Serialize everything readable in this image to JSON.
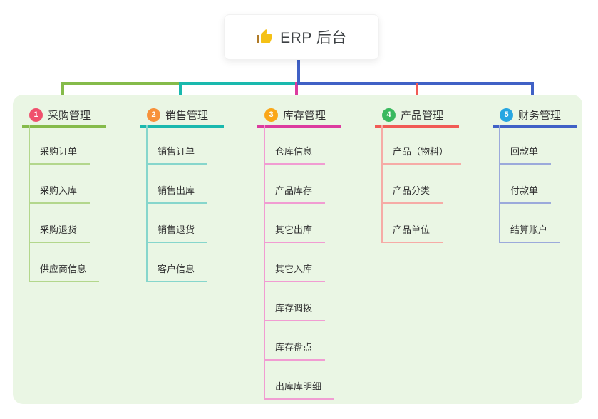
{
  "root": {
    "title": "ERP 后台",
    "icon": "thumbs-up-icon"
  },
  "colors": {
    "panel_background": "#eaf6e4",
    "branch1_line": "#85bb4a",
    "branch1_child_line": "#b3d78c",
    "branch1_badge": "#f0506d",
    "branch2_line": "#1ab9ae",
    "branch2_child_line": "#86d6cc",
    "branch2_badge": "#f7913b",
    "branch3_line": "#dc3c9f",
    "branch3_child_line": "#f19cd2",
    "branch3_badge": "#faa718",
    "branch4_line": "#f15b55",
    "branch4_child_line": "#f6aba6",
    "branch4_badge": "#39b95e",
    "branch5_line": "#4061c6",
    "branch5_child_line": "#9caadb",
    "branch5_badge": "#27a6e1",
    "root_stem": "#4061c6",
    "text": "#333333"
  },
  "branches": [
    {
      "index": "1",
      "label": "采购管理",
      "children": [
        "采购订单",
        "采购入库",
        "采购退货",
        "供应商信息"
      ]
    },
    {
      "index": "2",
      "label": "销售管理",
      "children": [
        "销售订单",
        "销售出库",
        "销售退货",
        "客户信息"
      ]
    },
    {
      "index": "3",
      "label": "库存管理",
      "children": [
        "仓库信息",
        "产品库存",
        "其它出库",
        "其它入库",
        "库存调拨",
        "库存盘点",
        "出库库明细"
      ]
    },
    {
      "index": "4",
      "label": "产品管理",
      "children": [
        "产品（物料）",
        "产品分类",
        "产品单位"
      ]
    },
    {
      "index": "5",
      "label": "财务管理",
      "children": [
        "回款单",
        "付款单",
        "结算账户"
      ]
    }
  ]
}
